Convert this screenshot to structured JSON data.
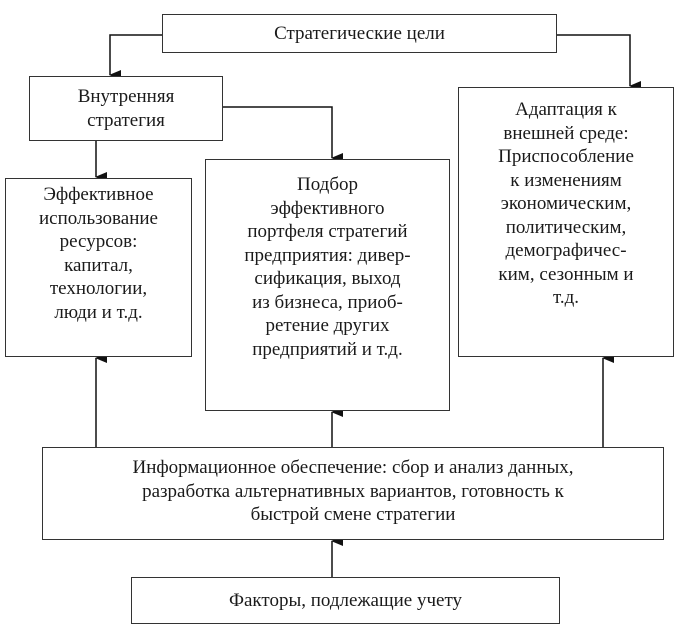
{
  "diagram": {
    "nodes": {
      "goals": {
        "lines": [
          "Стратегические цели"
        ]
      },
      "internal": {
        "lines": [
          "Внутренняя",
          "стратегия"
        ]
      },
      "adaptation": {
        "lines": [
          "Адаптация к",
          "внешней среде:",
          "Приспособление",
          "к изменениям",
          "экономическим,",
          "политическим,",
          "демографичес-",
          "ким, сезонным и",
          "т.д."
        ]
      },
      "resources": {
        "lines": [
          "Эффективное",
          "использование",
          "ресурсов:",
          "капитал,",
          "технологии,",
          "люди и т.д."
        ]
      },
      "portfolio": {
        "lines": [
          "Подбор",
          "эффективного",
          "портфеля стратегий",
          "предприятия: дивер-",
          "сификация, выход",
          "из бизнеса, приоб-",
          "ретение других",
          "предприятий и т.д."
        ]
      },
      "information": {
        "lines": [
          "Информационное обеспечение: сбор и анализ данных,",
          "разработка альтернативных вариантов, готовность к",
          "быстрой смене стратегии"
        ]
      },
      "factors": {
        "lines": [
          "Факторы, подлежащие учету"
        ]
      }
    },
    "edges": [
      {
        "from": "goals",
        "to": "internal"
      },
      {
        "from": "goals",
        "to": "adaptation"
      },
      {
        "from": "internal",
        "to": "resources"
      },
      {
        "from": "internal",
        "to": "portfolio"
      },
      {
        "from": "information",
        "to": "resources"
      },
      {
        "from": "information",
        "to": "portfolio"
      },
      {
        "from": "information",
        "to": "adaptation"
      },
      {
        "from": "factors",
        "to": "information"
      }
    ]
  }
}
